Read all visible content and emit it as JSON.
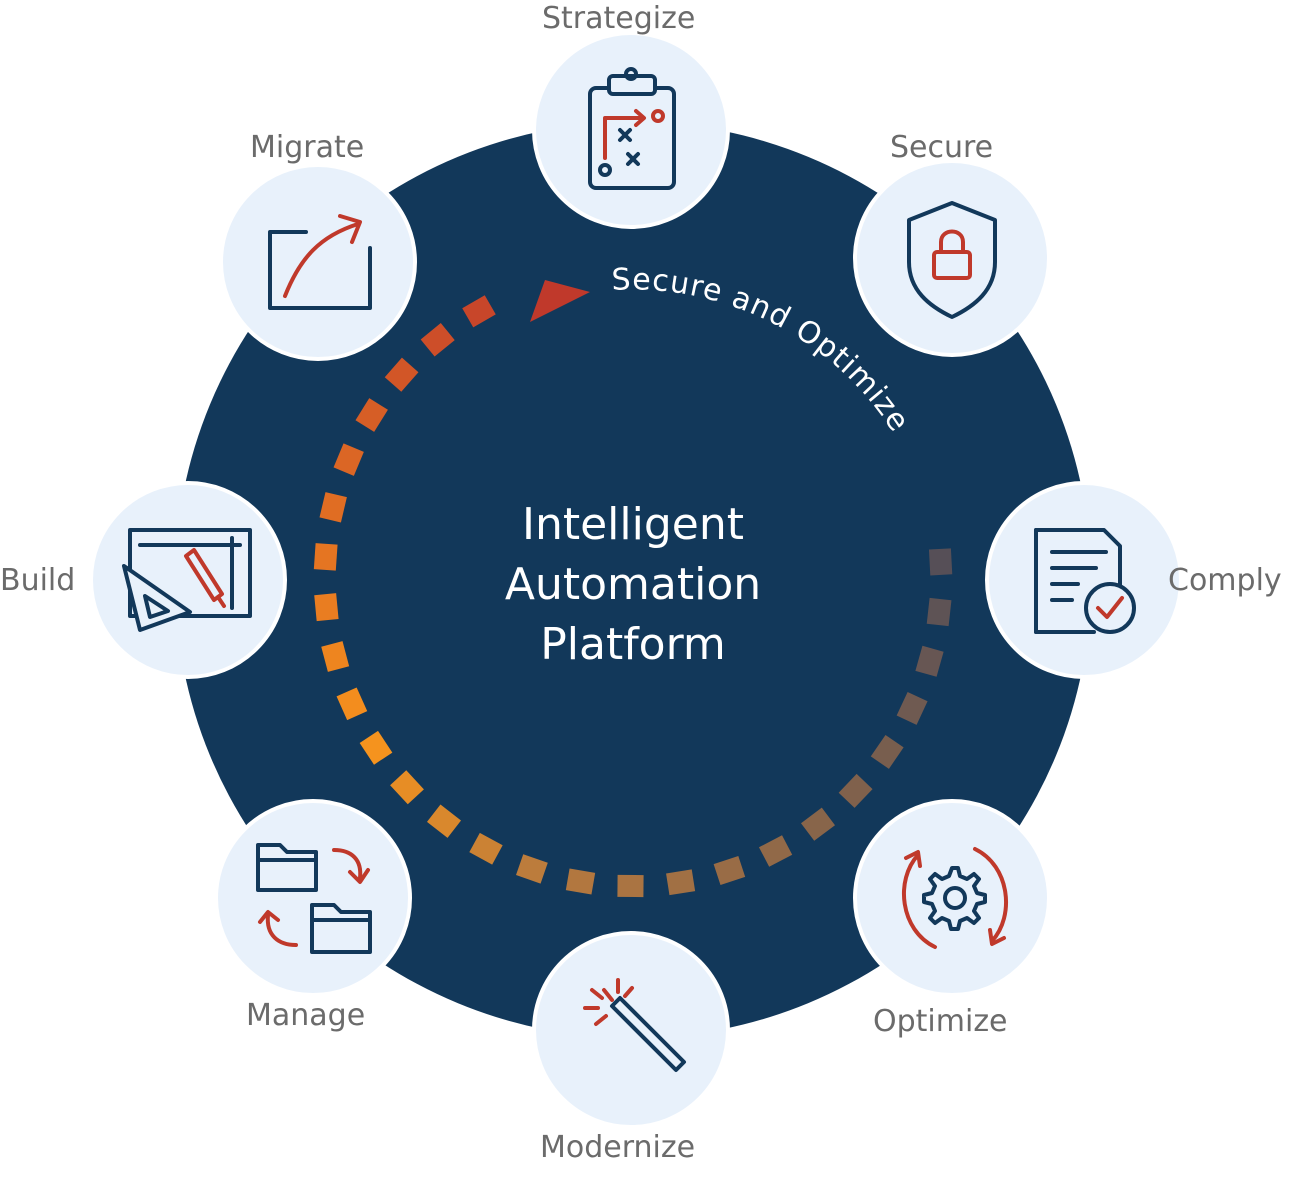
{
  "center": {
    "line1": "Intelligent",
    "line2": "Automation",
    "line3": "Platform"
  },
  "arc_label": "Secure and Optimize",
  "steps": [
    {
      "label": "Strategize",
      "icon": "clipboard-strategy-icon"
    },
    {
      "label": "Secure",
      "icon": "shield-lock-icon"
    },
    {
      "label": "Comply",
      "icon": "document-check-icon"
    },
    {
      "label": "Optimize",
      "icon": "gear-cycle-icon"
    },
    {
      "label": "Modernize",
      "icon": "magic-wand-icon"
    },
    {
      "label": "Manage",
      "icon": "folders-exchange-icon"
    },
    {
      "label": "Build",
      "icon": "blueprint-tools-icon"
    },
    {
      "label": "Migrate",
      "icon": "window-arrow-icon"
    }
  ],
  "colors": {
    "navy": "#12385a",
    "bubble": "#e8f1fb",
    "label": "#6b6b6b",
    "accent_red": "#c0392b",
    "orange": "#f7941d",
    "gray_dash": "#5a5258"
  }
}
